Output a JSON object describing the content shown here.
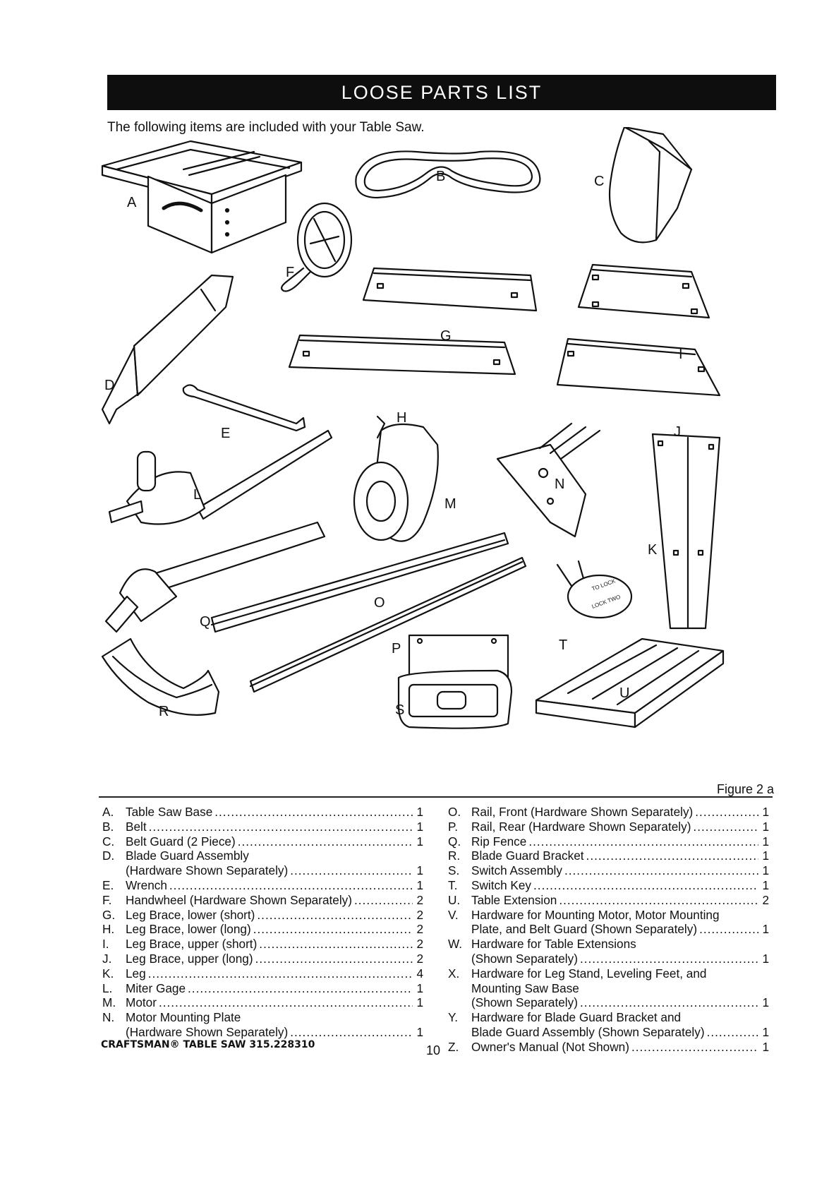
{
  "header": {
    "title": "LOOSE PARTS LIST"
  },
  "intro": "The following items are included with your Table Saw.",
  "figure": {
    "caption": "Figure 2 a",
    "labels": [
      "A",
      "B",
      "C",
      "D",
      "E",
      "F",
      "G",
      "H",
      "I",
      "J",
      "K",
      "L",
      "M",
      "N",
      "O",
      "P",
      "Q",
      "R",
      "S",
      "T",
      "U"
    ],
    "switch_key_text": [
      "TO LOCK",
      "LOCK TWO"
    ]
  },
  "parts_left": [
    {
      "letter": "A.",
      "lines": [
        "Table Saw Base"
      ],
      "qty": "1"
    },
    {
      "letter": "B.",
      "lines": [
        "Belt"
      ],
      "qty": "1"
    },
    {
      "letter": "C.",
      "lines": [
        "Belt Guard (2 Piece)"
      ],
      "qty": "1"
    },
    {
      "letter": "D.",
      "lines": [
        "Blade Guard Assembly",
        "(Hardware Shown Separately)"
      ],
      "qty": "1"
    },
    {
      "letter": "E.",
      "lines": [
        "Wrench"
      ],
      "qty": "1"
    },
    {
      "letter": "F.",
      "lines": [
        "Handwheel (Hardware Shown Separately)"
      ],
      "qty": "2"
    },
    {
      "letter": "G.",
      "lines": [
        "Leg Brace, lower (short)"
      ],
      "qty": "2"
    },
    {
      "letter": "H.",
      "lines": [
        "Leg Brace, lower (long)"
      ],
      "qty": "2"
    },
    {
      "letter": "I.",
      "lines": [
        "Leg Brace, upper (short)"
      ],
      "qty": "2"
    },
    {
      "letter": "J.",
      "lines": [
        "Leg Brace, upper (long)"
      ],
      "qty": "2"
    },
    {
      "letter": "K.",
      "lines": [
        "Leg"
      ],
      "qty": "4"
    },
    {
      "letter": "L.",
      "lines": [
        "Miter Gage"
      ],
      "qty": "1"
    },
    {
      "letter": "M.",
      "lines": [
        "Motor"
      ],
      "qty": "1"
    },
    {
      "letter": "N.",
      "lines": [
        "Motor Mounting Plate",
        "(Hardware Shown Separately)"
      ],
      "qty": "1"
    }
  ],
  "parts_right": [
    {
      "letter": "O.",
      "lines": [
        "Rail, Front (Hardware Shown Separately)"
      ],
      "qty": "1"
    },
    {
      "letter": "P.",
      "lines": [
        "Rail, Rear (Hardware Shown Separately)"
      ],
      "qty": "1"
    },
    {
      "letter": "Q.",
      "lines": [
        "Rip Fence"
      ],
      "qty": "1"
    },
    {
      "letter": "R.",
      "lines": [
        "Blade Guard Bracket"
      ],
      "qty": "1"
    },
    {
      "letter": "S.",
      "lines": [
        "Switch Assembly"
      ],
      "qty": "1"
    },
    {
      "letter": "T.",
      "lines": [
        "Switch Key"
      ],
      "qty": "1"
    },
    {
      "letter": "U.",
      "lines": [
        "Table Extension"
      ],
      "qty": "2"
    },
    {
      "letter": "V.",
      "lines": [
        "Hardware for Mounting Motor, Motor Mounting",
        "Plate, and Belt Guard (Shown Separately)"
      ],
      "qty": "1"
    },
    {
      "letter": "W.",
      "lines": [
        "Hardware for Table Extensions",
        "(Shown Separately)"
      ],
      "qty": "1"
    },
    {
      "letter": "X.",
      "lines": [
        "Hardware for Leg Stand, Leveling Feet, and",
        "Mounting Saw Base",
        "(Shown Separately)"
      ],
      "qty": "1"
    },
    {
      "letter": "Y.",
      "lines": [
        "Hardware for Blade Guard Bracket and",
        "Blade Guard Assembly (Shown Separately)"
      ],
      "qty": "1"
    },
    {
      "letter": "Z.",
      "lines": [
        "Owner's Manual (Not Shown)"
      ],
      "qty": "1"
    }
  ],
  "footer": {
    "brand": "CRAFTSMAN® TABLE SAW 315.228310",
    "page": "10"
  }
}
